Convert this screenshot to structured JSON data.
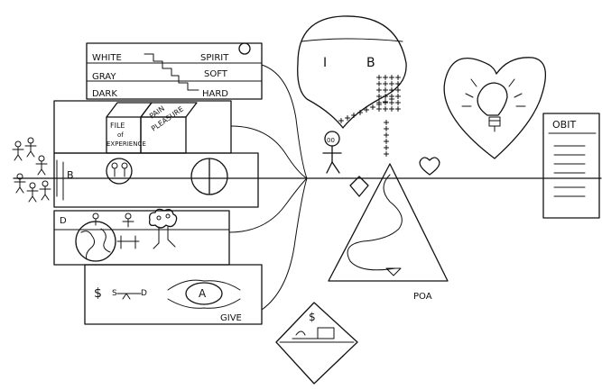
{
  "panels": {
    "top": {
      "left_words": [
        "WHITE",
        "GRAY",
        "DARK"
      ],
      "right_words": [
        "SPIRIT",
        "SOFT",
        "HARD"
      ]
    },
    "file": {
      "box_lines": [
        "FILE",
        "of",
        "EXPERIENCE"
      ],
      "slant_lines": [
        "PAIN",
        "PLEASURE"
      ]
    },
    "middle": {
      "label": "B"
    },
    "world": {
      "label": "D"
    },
    "give": {
      "dollar": "$",
      "s_label": "S",
      "d_label": "D",
      "a_label": "A",
      "give_label": "GIVE"
    }
  },
  "balloon": {
    "left_letter": "I",
    "right_letter": "B"
  },
  "figure": {
    "face": "00"
  },
  "triangle": {
    "label": "POA"
  },
  "diamond": {
    "dollar": "$"
  },
  "obit": {
    "title": "OBIT"
  }
}
